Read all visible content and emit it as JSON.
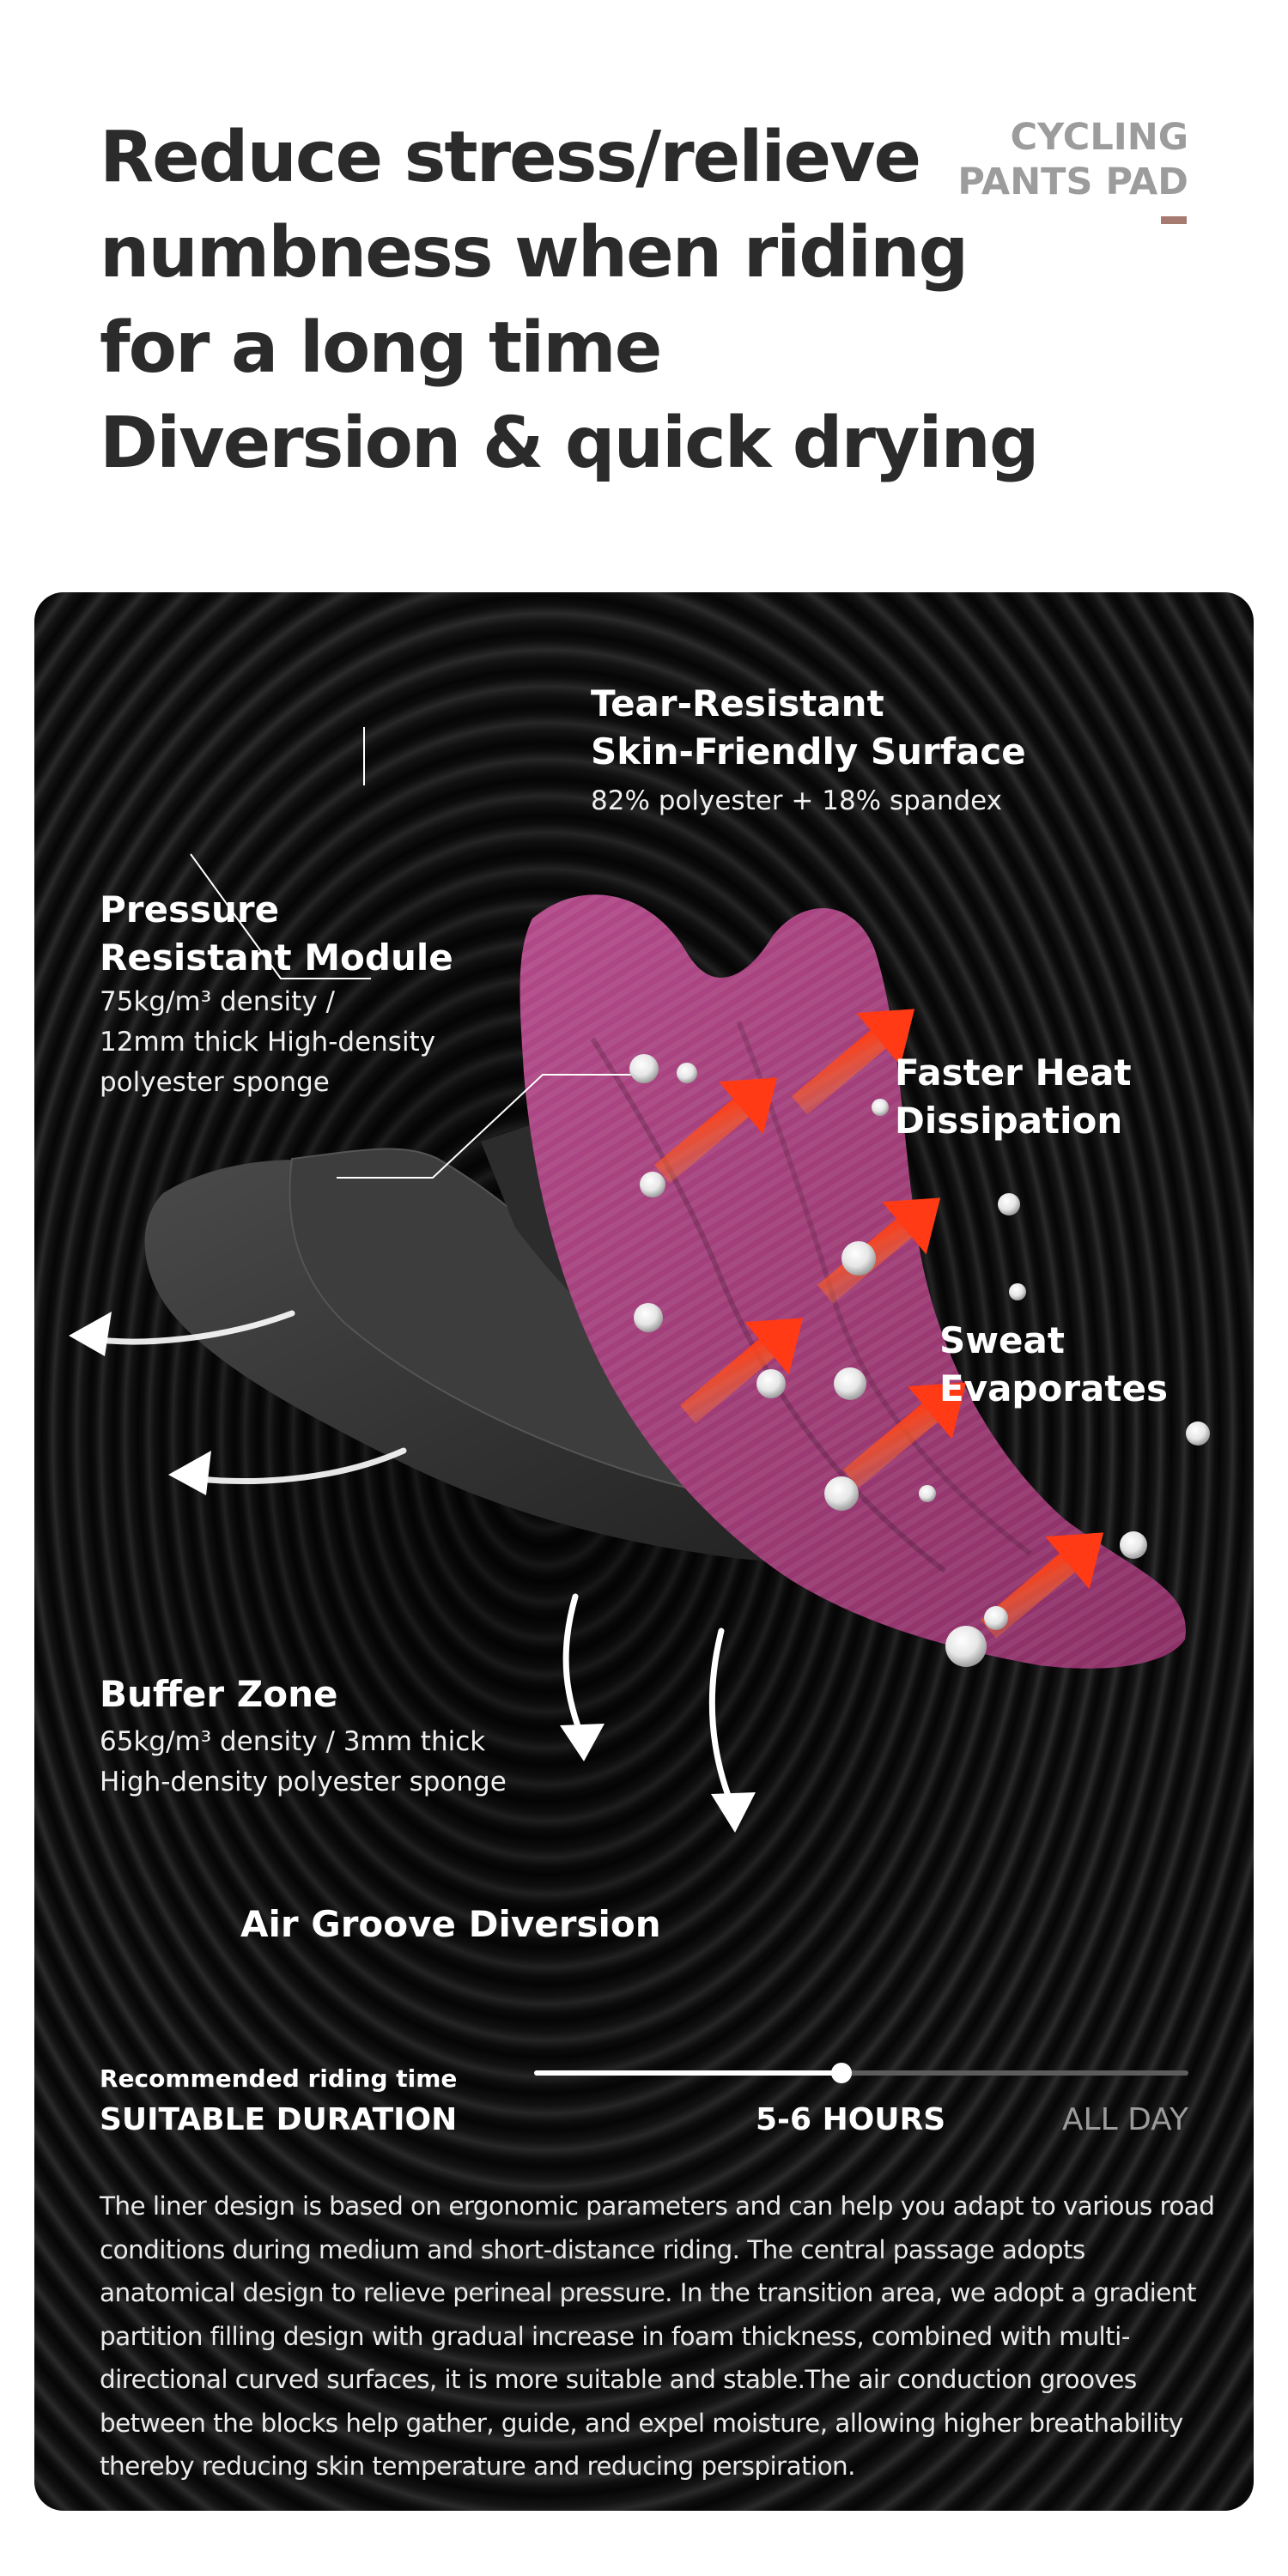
{
  "header": {
    "headline_lines": [
      "Reduce stress/relieve",
      "numbness when riding",
      "for a long time",
      "Diversion & quick drying"
    ],
    "brand_tag_lines": [
      "CYCLING",
      "PANTS PAD"
    ],
    "accent_color": "#a67a6e"
  },
  "callouts": {
    "surface": {
      "title_lines": [
        "Tear-Resistant",
        "Skin-Friendly Surface"
      ],
      "desc": "82% polyester + 18% spandex"
    },
    "pressure": {
      "title_lines": [
        "Pressure",
        "Resistant Module"
      ],
      "desc_lines": [
        "75kg/m³ density /",
        "12mm thick High-density",
        "polyester sponge"
      ]
    },
    "heat": {
      "title_lines": [
        "Faster Heat",
        "Dissipation"
      ]
    },
    "sweat": {
      "title_lines": [
        "Sweat",
        "Evaporates"
      ]
    },
    "buffer": {
      "title": "Buffer Zone",
      "desc_lines": [
        "65kg/m³ density / 3mm thick",
        "High-density polyester sponge"
      ]
    },
    "air": {
      "title": "Air Groove Diversion"
    }
  },
  "duration": {
    "small_label": "Recommended riding time",
    "big_label": "SUITABLE DURATION",
    "current_label": "5-6 HOURS",
    "end_label": "ALL DAY",
    "progress": 0.47
  },
  "description": "The liner design is based on ergonomic parameters and can help you adapt to various road conditions during medium and short-distance riding. The central passage adopts anatomical design to relieve perineal pressure. In the transition area, we adopt a gradient partition filling design with gradual increase in foam thickness, combined with multi-directional curved surfaces, it is more suitable and stable.The air conduction grooves between the blocks help gather, guide, and expel moisture, allowing higher breathability thereby reducing skin temperature and reducing perspiration.",
  "colors": {
    "pad_surface": "#a8407e",
    "foam": "#3a3a3a",
    "heat_arrow": "#ff4a1a",
    "panel_bg": "#0a0a0a"
  }
}
